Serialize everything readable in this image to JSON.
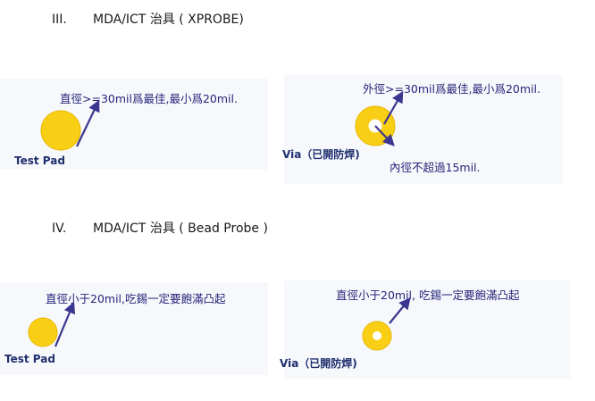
{
  "section3": {
    "numeral": "III.",
    "title": "MDA/ICT 治具 ( XPROBE)",
    "test_pad": {
      "note": "直徑>=30mil爲最佳,最小爲20mil.",
      "label": "Test Pad"
    },
    "via": {
      "outer_note": "外徑>=30mil爲最佳,最小爲20mil.",
      "inner_note": "內徑不超過15mil.",
      "label": "Via（已開防焊)"
    }
  },
  "section4": {
    "numeral": "IV.",
    "title": "MDA/ICT 治具 ( Bead Probe )",
    "test_pad": {
      "note": "直徑小于20mil,吃錫一定要飽滿凸起",
      "label": "Test Pad"
    },
    "via": {
      "note": "直徑小于20mil, 吃錫一定要飽滿凸起",
      "label": "Via（已開防焊)"
    }
  },
  "colors": {
    "pad_fill": "#f9cf16",
    "pad_stroke": "#e8b800",
    "arrow": "#3b3690",
    "note_text": "#27247a",
    "label_text": "#1f2f6e"
  }
}
